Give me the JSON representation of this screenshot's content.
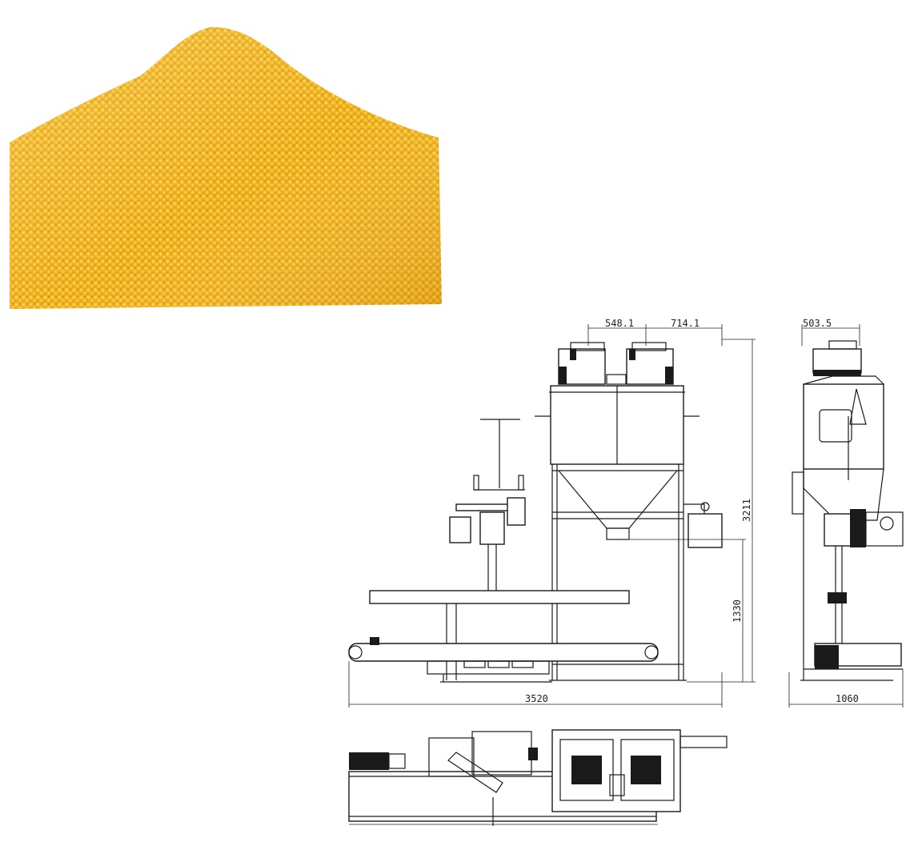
{
  "photo": {
    "subject": "millet-grain-pile",
    "color_main": "#f2b623",
    "color_light": "#fbd95a",
    "color_dark": "#d98d0b"
  },
  "dimensions": {
    "front_width_left": "548.1",
    "front_width_right": "714.1",
    "side_width_top": "503.5",
    "total_height": "3211",
    "discharge_height": "1330",
    "total_length": "3520",
    "side_depth": "1060"
  }
}
